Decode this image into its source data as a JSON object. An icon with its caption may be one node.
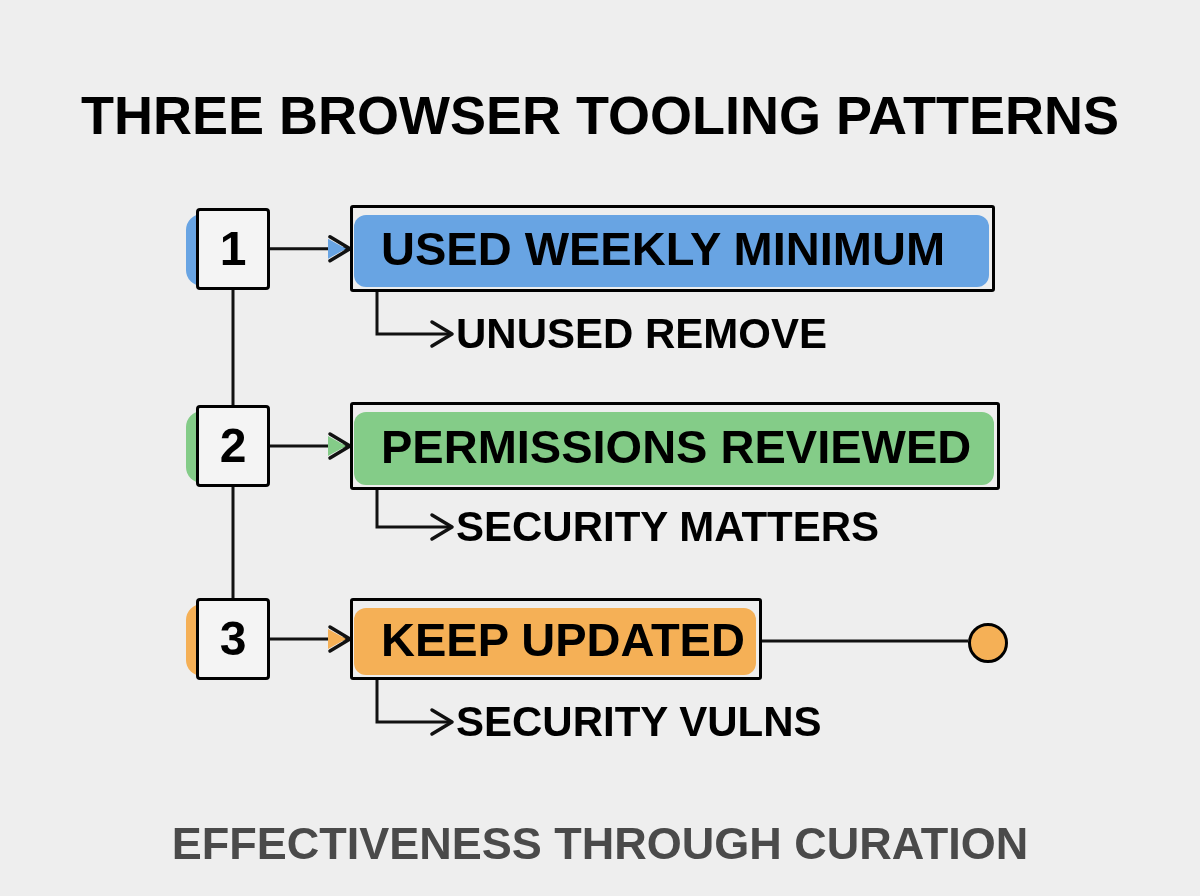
{
  "diagram": {
    "title": "THREE BROWSER TOOLING PATTERNS",
    "caption": "EFFECTIVENESS THROUGH CURATION",
    "nodes": [
      {
        "text": [
          "1"
        ]
      },
      {
        "text": [
          "USED WEEKLY MINIMUM"
        ]
      },
      {
        "text": [
          "UNUSED REMOVE"
        ]
      },
      {
        "text": [
          "2"
        ]
      },
      {
        "text": [
          "PERMISSIONS REVIEWED"
        ]
      },
      {
        "text": [
          "SECURITY MATTERS"
        ]
      },
      {
        "text": [
          "3"
        ]
      },
      {
        "text": [
          "KEEP UPDATED"
        ]
      },
      {
        "text": [
          "SECURITY VULNS"
        ]
      },
      {
        "text": [],
        "shape": "circle"
      }
    ],
    "edges": [
      {
        "from": 0,
        "to": 1,
        "arrow": "to"
      },
      {
        "from": 1,
        "to": 2,
        "arrow": "to"
      },
      {
        "from": 0,
        "to": 3,
        "arrow": "none"
      },
      {
        "from": 3,
        "to": 4,
        "arrow": "to"
      },
      {
        "from": 4,
        "to": 5,
        "arrow": "to"
      },
      {
        "from": 3,
        "to": 6,
        "arrow": "none"
      },
      {
        "from": 6,
        "to": 7,
        "arrow": "to"
      },
      {
        "from": 7,
        "to": 8,
        "arrow": "to"
      },
      {
        "from": 7,
        "to": 9,
        "arrow": "none"
      }
    ]
  }
}
